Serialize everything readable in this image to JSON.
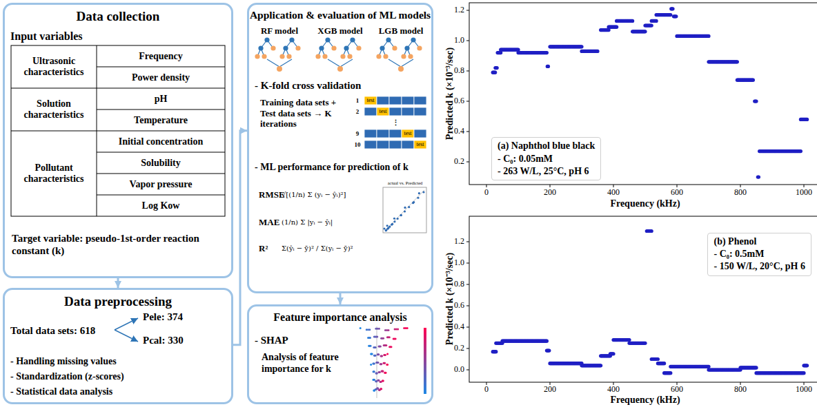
{
  "diagram": {
    "nodes": [
      {
        "text": [
          "Data collection",
          "Input variables",
          "Target variable: pseudo-1st-order reaction constant (k)"
        ]
      },
      {
        "text": [
          "Data preprocessing",
          "Total data sets: 618",
          "Pele: 374",
          "Pcal: 330",
          "- Handling missing values",
          "- Standardization (z-scores)",
          "- Statistical data analysis"
        ]
      },
      {
        "text": [
          "Application & evaluation of ML models",
          "RF model",
          "XGB model",
          "LGB model",
          "- K-fold cross validation",
          "Training data sets + Test data sets → K iterations",
          "- ML performance for prediction of k",
          "RMSE",
          "MAE",
          "R²"
        ]
      },
      {
        "text": [
          "Feature importance analysis",
          "- SHAP",
          "Analysis of feature importance for k"
        ]
      },
      {
        "text": [
          "(a) Naphthol blue black",
          "- C₀: 0.05mM",
          "- 263 W/L, 25°C, pH 6"
        ]
      },
      {
        "text": [
          "(b) Phenol",
          "- C₀: 0.5mM",
          "- 150 W/L, 20°C, pH 6"
        ]
      }
    ],
    "edges": [
      {
        "from": 0,
        "to": 1,
        "arrow": "to"
      },
      {
        "from": 1,
        "to": 2,
        "arrow": "to"
      },
      {
        "from": 2,
        "to": 3,
        "arrow": "to"
      }
    ],
    "labels": [
      "Ultrasonic characteristics",
      "Frequency",
      "Power density",
      "Solution characteristics",
      "pH",
      "Temperature",
      "Pollutant characteristics",
      "Initial concentration",
      "Solubility",
      "Vapor pressure",
      "Log Kow",
      "1",
      "test",
      "2",
      "test",
      "⋮",
      "9",
      "test",
      "10",
      "test",
      "√[(1/n) Σ (yᵢ − ŷᵢ)²]",
      "(1/n) Σ |yᵢ − ŷᵢ|",
      "Σ(ŷᵢ − ȳ)² / Σ(yᵢ − ȳ)²",
      "actual vs. Predicted",
      "0.2",
      "0.4",
      "0.6",
      "0.8",
      "1.0",
      "1.2",
      "0",
      "200",
      "400",
      "600",
      "800",
      "1000",
      "Predicted k (×10⁻³/sec)",
      "Frequency (kHz)",
      "0.0",
      "0.2",
      "0.4",
      "0.6",
      "0.8",
      "1.0",
      "1.2",
      "0",
      "200",
      "400",
      "600",
      "800",
      "1000",
      "Predicted k (×10⁻³/sec)",
      "Frequency (kHz)"
    ]
  }
}
